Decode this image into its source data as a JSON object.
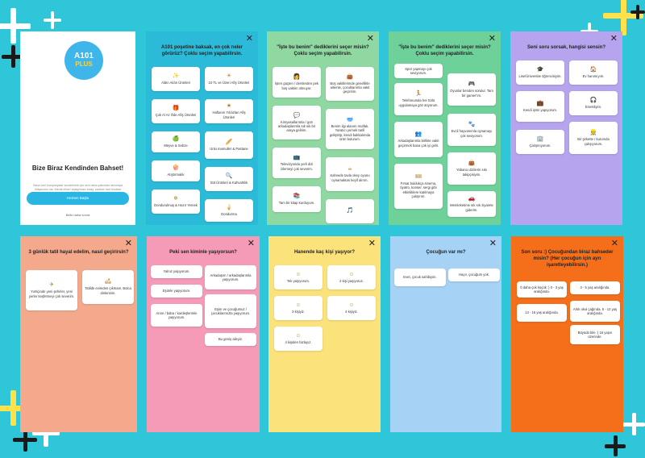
{
  "close_glyph": "✕",
  "welcome": {
    "logo_top": "A101",
    "logo_bottom": "PLUS",
    "title": "Bize Biraz Kendinden Bahset!",
    "description": "Sana özel kampanyalar sunabilmek için seni daha yakından tanımaya ihtiyacımız var. Merak etme! anlaşılması kolay, sadece özel fırsatlar konusunda A101 Plus'ınıza olacak.",
    "primary_button": "Hemen Başla",
    "secondary_link": "Belki daha sonra"
  },
  "p2": {
    "question": "A101 poşetine baksak, en çok neler görürüz? Çoklu seçim yapabilirsin.",
    "options": [
      {
        "icon": "sparkle-icon",
        "label": "Aldın Aldın Ürünleri"
      },
      {
        "icon": "sun-icon",
        "label": "10 TL ve Üzeri Afiş Ürünleri"
      },
      {
        "icon": "gift-icon",
        "label": "Çok Al Az Öde Afiş Ürünleri"
      },
      {
        "icon": "star-icon",
        "label": "Haftanın Yıldızları Afiş Ürünleri"
      },
      {
        "icon": "fruit-icon",
        "label": "Meyve & Sebze"
      },
      {
        "icon": "bread-icon",
        "label": "Unlu mamuller & Pastane"
      },
      {
        "icon": "snack-icon",
        "label": "Atıştırmalık"
      },
      {
        "icon": "magnifier-icon",
        "label": "Süt Ürünleri & Kahvaltılık"
      },
      {
        "icon": "frozen-icon",
        "label": "Dondurulmuş & Hazır Yemek"
      },
      {
        "icon": "icecream-icon",
        "label": "Dondurma"
      }
    ]
  },
  "p3": {
    "question": "\"İşte bu benim\" dediklerini seçer misin? Çoklu seçim yapabilirsin.",
    "options": [
      {
        "icon": "chef-icon",
        "label": "İşten güçten / derslerden pek boş vaktim olmuyor."
      },
      {
        "icon": "bag-icon",
        "label": "Boş vakitlerimde genellikle ailemle, çocuklarımla vakit geçiririm."
      },
      {
        "icon": "chat-icon",
        "label": "Kimyasallarımla / gün arkadaşlarımla sık sık bir araya gelirim."
      },
      {
        "icon": "bowl-icon",
        "label": "Benim ilgi alanım mutfak. Yaratıcı yemek tarifi geliştirip, kendi bakkalımda ürün bulurum."
      },
      {
        "icon": "tv-icon",
        "label": "Televizyonda yerli dizi izlemeyi çok severim."
      },
      {
        "icon": "coffee-icon",
        "label": "Kahvede tavla okey oyunu oynamaktan keyif alırım."
      },
      {
        "icon": "book-icon",
        "label": "Tam bir kitap kurduyum."
      },
      {
        "icon": "music-icon",
        "label": ""
      }
    ]
  },
  "p4": {
    "question": "\"İşte bu benim\" dediklerini seçer misin? Çoklu seçim yapabilirsin.",
    "options": [
      {
        "icon": "",
        "label": "Spor yapmayı çok seviyorum."
      },
      {
        "icon": "runner-icon",
        "label": "Telefonumda her türlü uygulamaya göz atıyorum."
      },
      {
        "icon": "gamepad-icon",
        "label": "Oyunlar benden sorulur. Tam bir gamer'ım."
      },
      {
        "icon": "people-icon",
        "label": "Arkadaşlarımla birlikte vakit geçirmek bana çok iyi gelir."
      },
      {
        "icon": "paw-icon",
        "label": "Evcil hayvanımla oynamayı çok seviyorum."
      },
      {
        "icon": "ticket-icon",
        "label": "Fırsat buldukça sinema, tiyatro, konser, sergi gibi etkinliklere katılmaya çalışırım."
      },
      {
        "icon": "bag-icon",
        "label": "Yabancı dizilerin sıkı takipçisiyim."
      },
      {
        "icon": "car-icon",
        "label": "Memleketime sık sık ziyarete giderim."
      }
    ]
  },
  "p5": {
    "question": "Seni soru sorsak, hangisi sensin?",
    "options": [
      {
        "icon": "grad-icon",
        "label": "Lise/Üniversite öğrencisiyim."
      },
      {
        "icon": "home-icon",
        "label": "Ev hanımıyım."
      },
      {
        "icon": "briefcase-icon",
        "label": "Kendi işimi yapıyorum."
      },
      {
        "icon": "headphones-icon",
        "label": "Emekliyim."
      },
      {
        "icon": "office-icon",
        "label": "Çalışmıyorum."
      },
      {
        "icon": "worker-icon",
        "label": "Bir şirkette / kurumda çalışıyorum."
      }
    ]
  },
  "p6": {
    "question": "3 günlük tatil hayal edelim, nasıl geçirirsin?",
    "options": [
      {
        "icon": "plane-icon",
        "label": "Yurtiçinde yeni şehirler, yeni yerler keşfetmeyi çok severim."
      },
      {
        "icon": "sofa-icon",
        "label": "Tatilde evimden çıkmam. Bolca dinlenirim."
      }
    ]
  },
  "p7": {
    "question": "Peki sen kiminle yaşıyorsun?",
    "options": [
      {
        "label": "Yalnız yaşıyorum."
      },
      {
        "label": "Arkadaşım / arkadaşlarımla yaşıyorum."
      },
      {
        "label": "Eşimle yaşıyorum."
      },
      {
        "label": "Eşim ve çocuğumuz / çocuklarımızla yaşıyorum."
      },
      {
        "label": "Anne / baba / kardeşlerimle yaşıyorum."
      },
      {
        "label": "Bu geniş aileyiz."
      }
    ]
  },
  "p8": {
    "question": "Hanende kaç kişi yaşıyor?",
    "options": [
      {
        "icon": "face-icon",
        "label": "Tek yaşıyorum."
      },
      {
        "icon": "face-icon",
        "label": "2 kişi yaşıyoruz."
      },
      {
        "icon": "face-icon",
        "label": "3 kişiyiz."
      },
      {
        "icon": "face-icon",
        "label": "4 kişiyiz."
      },
      {
        "icon": "face-icon",
        "label": "4 kişiden fazlayız."
      }
    ]
  },
  "p9": {
    "question": "Çocuğun var mı?",
    "options": [
      {
        "label": "Evet, çocuk sahibiyim."
      },
      {
        "label": "Hayır, çocuğum yok."
      }
    ]
  },
  "p10": {
    "question": "Son soru :) Çocuğundan biraz bahseder misin? (Her çocuğun için ayrı işaretleyebilirsin.)",
    "options": [
      {
        "label": "0 daha çok küçük :) 0 - 3 yaş aralığında."
      },
      {
        "label": "3 - 5 yaş aralığında."
      },
      {
        "label": "13 - 16 yaş aralığında."
      },
      {
        "label": "Artık okul çağında. 6 - 12 yaş aralığında."
      },
      {
        "label": "Büyüdü bile :) 16 yaşın üzerinde."
      }
    ]
  },
  "colors": {
    "background": "#2ec6d8",
    "p2": "#2bbbd9",
    "p3": "#8fd8a2",
    "p4": "#6fd19a",
    "p5": "#b6a4ef",
    "p6": "#f4a98c",
    "p7": "#f59ab7",
    "p8": "#fbe27a",
    "p9": "#a5d2f5",
    "p10": "#f56f1b",
    "accent": "#2ab6e3"
  }
}
